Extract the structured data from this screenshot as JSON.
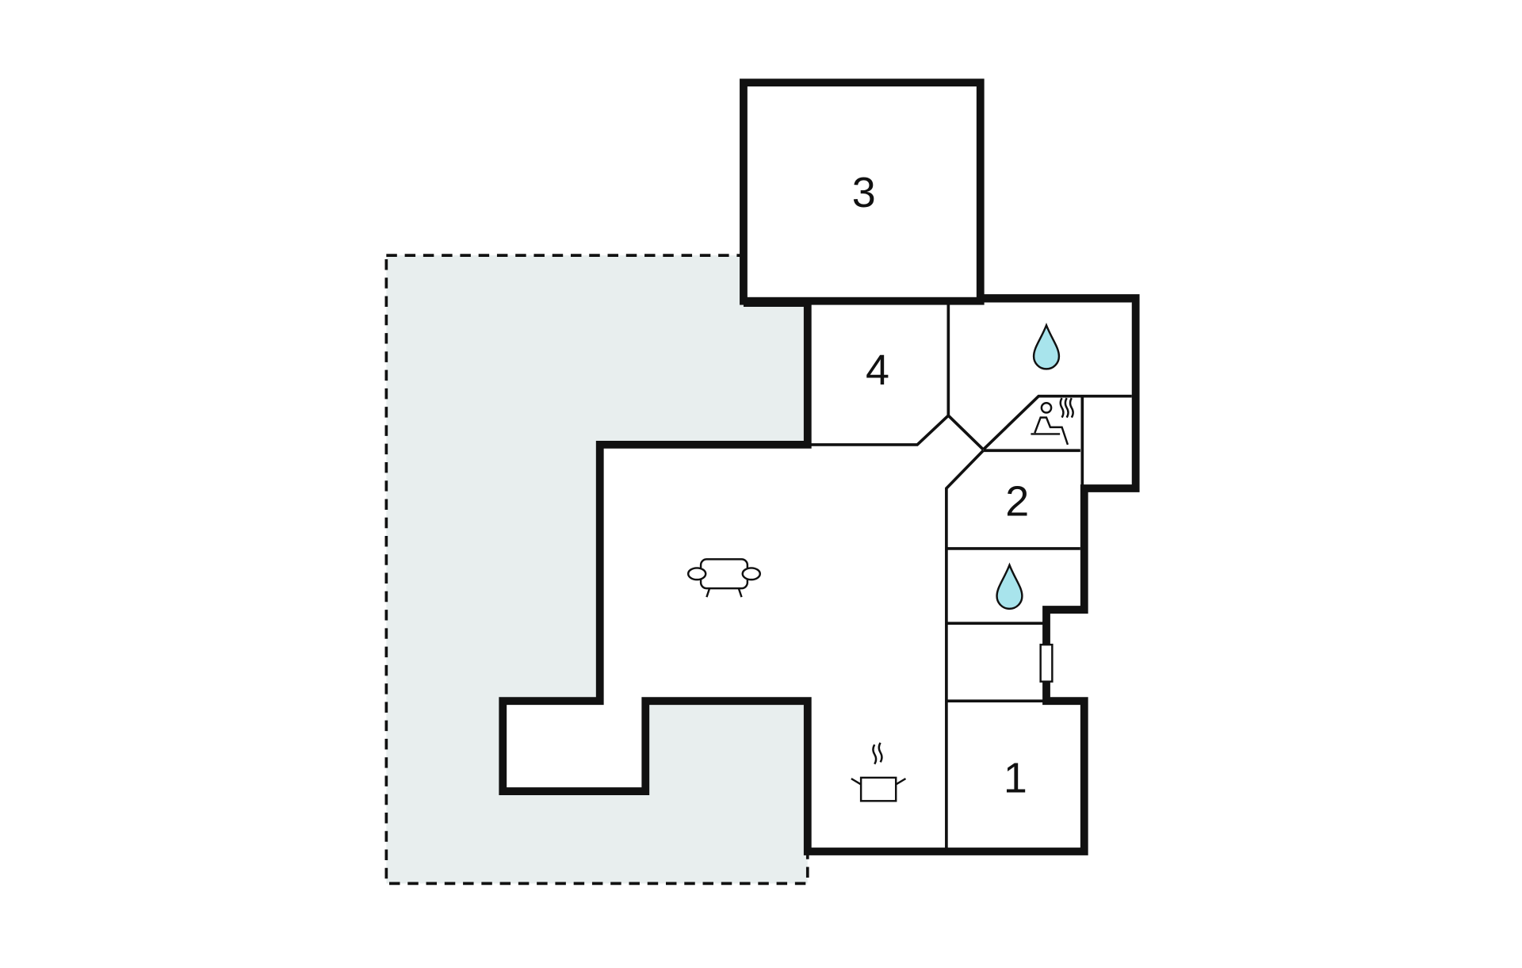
{
  "floorplan": {
    "rooms": [
      {
        "label": "3",
        "type": "bedroom"
      },
      {
        "label": "4",
        "type": "bedroom"
      },
      {
        "label": "2",
        "type": "bedroom"
      },
      {
        "label": "1",
        "type": "bedroom"
      }
    ],
    "icons": [
      "water-drop-icon",
      "water-drop-icon",
      "sauna-icon",
      "sofa-icon",
      "cooking-pot-icon",
      "window-icon"
    ],
    "colors": {
      "terrace": "#e8eeee",
      "wall": "#111111",
      "water": "#a8e4ec"
    }
  }
}
